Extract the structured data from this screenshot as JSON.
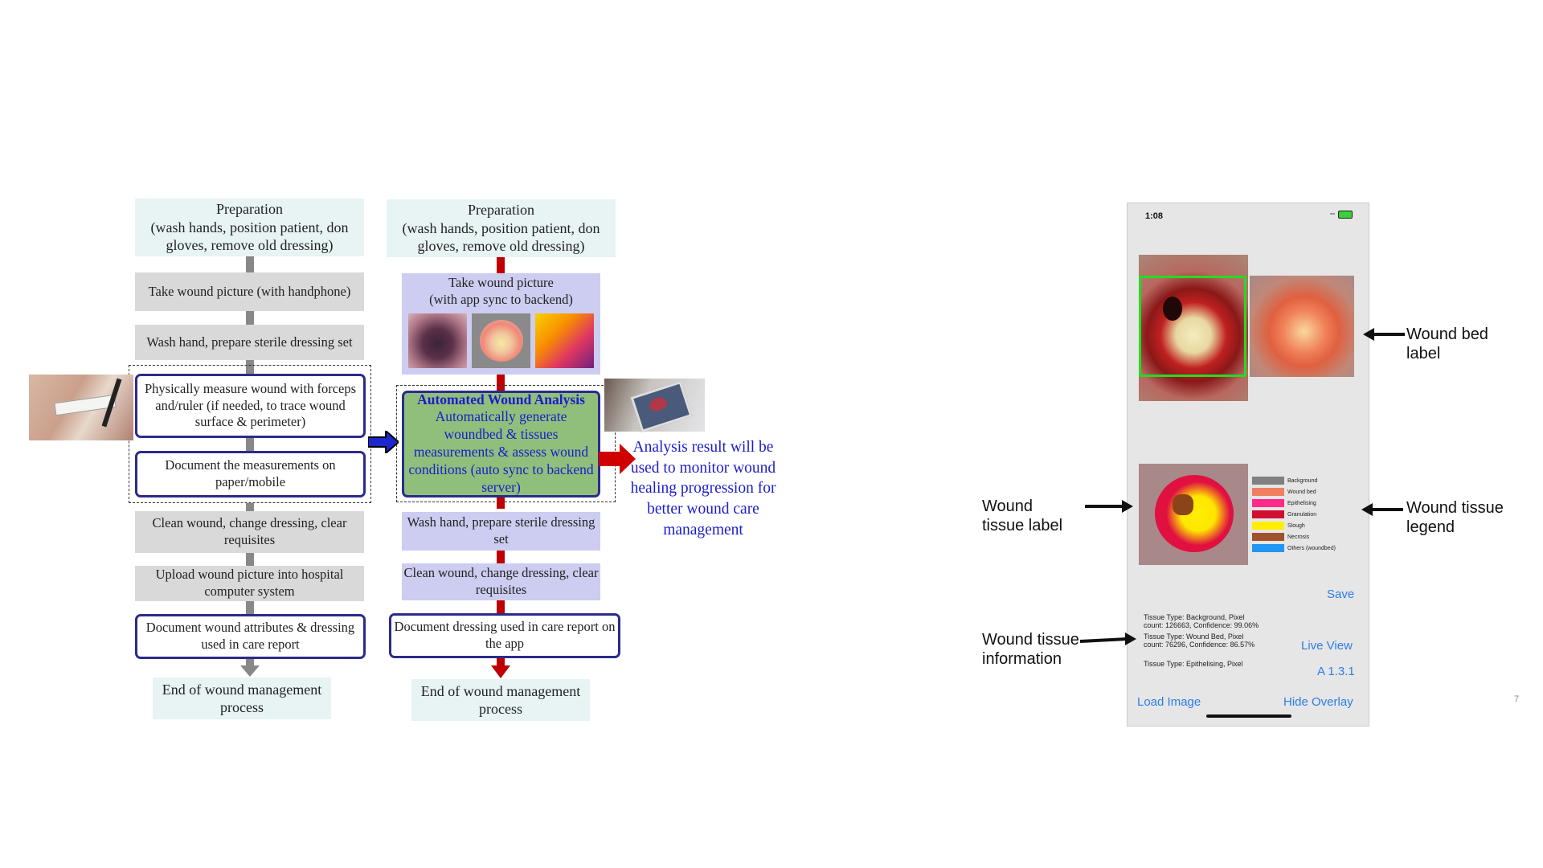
{
  "left_flow": {
    "prep": "Preparation\n(wash hands, position patient, don gloves, remove old dressing)",
    "take_picture": "Take wound picture (with handphone)",
    "wash_hand": "Wash hand, prepare sterile dressing set",
    "measure": "Physically measure wound with forceps and/ruler (if needed, to trace wound surface & perimeter)",
    "document_measurements": "Document the measurements on paper/mobile",
    "clean": "Clean wound, change dressing, clear requisites",
    "upload": "Upload wound picture into hospital computer system",
    "document_attributes": "Document wound attributes & dressing used in care report",
    "end": "End of wound management process"
  },
  "right_flow": {
    "prep": "Preparation\n(wash hands, position patient, don gloves, remove old dressing)",
    "take_picture": "Take wound picture\n(with app sync to backend)",
    "analysis_title": "Automated Wound Analysis",
    "analysis_body": "Automatically generate woundbed & tissues measurements & assess wound conditions (auto sync to backend server)",
    "wash_hand": "Wash hand, prepare sterile dressing set",
    "clean": "Clean wound, change dressing, clear requisites",
    "document_dressing": "Document dressing used in care report on the app",
    "end": "End of wound management process"
  },
  "result_text": "Analysis result will be used to monitor wound healing progression for better wound care management",
  "page_number": "7",
  "phone": {
    "time": "1:08",
    "save": "Save",
    "live_view": "Live View",
    "version": "A 1.3.1",
    "load_image": "Load Image",
    "hide_overlay": "Hide Overlay",
    "tissue_info": [
      "Tissue Type: Background, Pixel count: 126663, Confidence: 99.06%",
      "Tissue Type: Wound Bed, Pixel count: 76296, Confidence: 86.57%",
      "Tissue Type: Epithelising, Pixel"
    ],
    "legend": [
      {
        "label": "Background",
        "color": "#808080"
      },
      {
        "label": "Wound bed",
        "color": "#f08060"
      },
      {
        "label": "Epithelising",
        "color": "#ff2a8a"
      },
      {
        "label": "Granulation",
        "color": "#d01030"
      },
      {
        "label": "Slough",
        "color": "#ffee00"
      },
      {
        "label": "Necrosis",
        "color": "#a0522d"
      },
      {
        "label": "Others (woundbed)",
        "color": "#2196f3"
      }
    ]
  },
  "annotations": {
    "wound_bed_label": "Wound bed\nlabel",
    "wound_tissue_label": "Wound\ntissue label",
    "wound_tissue_legend": "Wound tissue\nlegend",
    "wound_tissue_information": "Wound tissue\ninformation"
  },
  "colors": {
    "outline_blue": "#2b2b8c",
    "flow_red": "#c00000",
    "analysis_green": "#8fbf7a",
    "result_blue": "#1c1ccc",
    "link_blue": "#2b7de9"
  }
}
